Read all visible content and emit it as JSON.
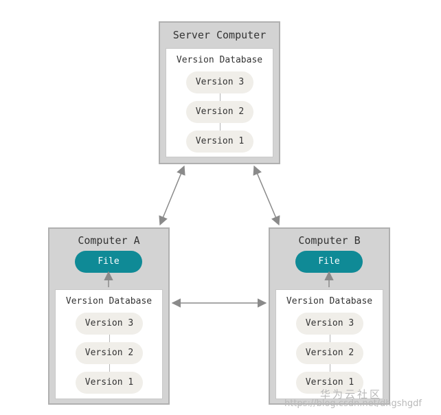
{
  "server": {
    "title": "Server Computer",
    "db_label": "Version Database",
    "versions": [
      "Version 3",
      "Version 2",
      "Version 1"
    ]
  },
  "computer_a": {
    "title": "Computer A",
    "file_label": "File",
    "db_label": "Version Database",
    "versions": [
      "Version 3",
      "Version 2",
      "Version 1"
    ]
  },
  "computer_b": {
    "title": "Computer B",
    "file_label": "File",
    "db_label": "Version Database",
    "versions": [
      "Version 3",
      "Version 2",
      "Version 1"
    ]
  },
  "colors": {
    "box_outer": "#d3d3d3",
    "box_inner": "#ffffff",
    "version_pill": "#f0eee9",
    "file_pill": "#0f8a96",
    "arrow": "#8a8a8a"
  },
  "watermark": {
    "brand": "华为云社区",
    "url": "https://blog.csdn.net/dhgshgdf"
  }
}
